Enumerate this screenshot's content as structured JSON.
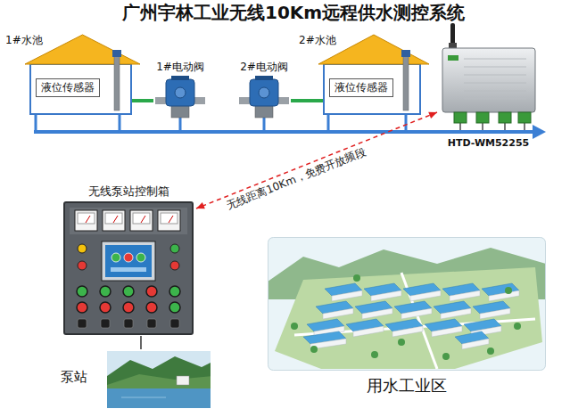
{
  "diagram": {
    "title": "广州宇林工业无线10Km远程供水测控系统",
    "nodes": [
      {
        "text": [
          "1#水池"
        ]
      },
      {
        "text": [
          "液位传感器"
        ],
        "in": 0
      },
      {
        "text": [
          "1#电动阀"
        ]
      },
      {
        "text": [
          "2#电动阀"
        ]
      },
      {
        "text": [
          "2#水池"
        ]
      },
      {
        "text": [
          "液位传感器"
        ],
        "in": 4
      },
      {
        "text": [
          "HTD-WM52255"
        ]
      },
      {
        "text": [
          "无线泵站控制箱"
        ]
      },
      {
        "text": [
          "泵站"
        ]
      },
      {
        "text": [
          "用水工业区"
        ]
      }
    ],
    "edges": [
      {
        "from": 0,
        "to": 2,
        "arrow": "none"
      },
      {
        "from": 3,
        "to": 4,
        "arrow": "none"
      },
      {
        "from": 6,
        "to": 7,
        "label": "无线距离10Km，免费开放频段",
        "arrow": "both"
      },
      {
        "from": 7,
        "to": 8,
        "arrow": "none"
      }
    ]
  }
}
